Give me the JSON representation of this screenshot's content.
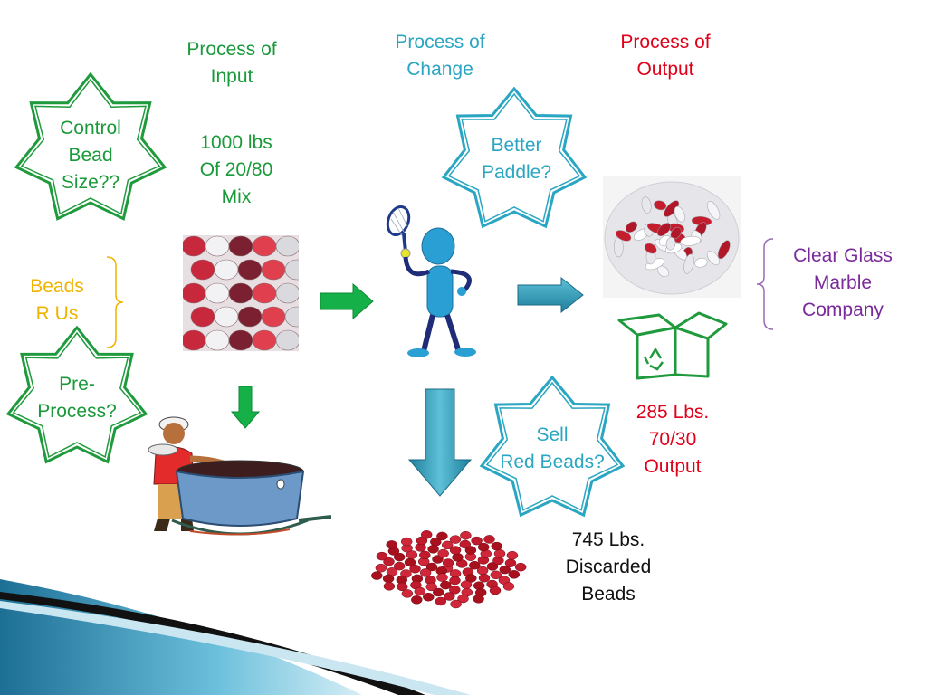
{
  "headers": {
    "input": [
      "Process of",
      "Input"
    ],
    "change": [
      "Process of",
      "Change"
    ],
    "output": [
      "Process of",
      "Output"
    ]
  },
  "stars": {
    "control": [
      "Control",
      "Bead",
      "Size??"
    ],
    "paddle": [
      "Better",
      "Paddle?"
    ],
    "preprocess": [
      "Pre-",
      "Process?"
    ],
    "sell": [
      "Sell",
      "Red Beads?"
    ]
  },
  "input_amount": [
    "1000 lbs",
    "Of 20/80",
    "Mix"
  ],
  "supplier": [
    "Beads",
    "R Us"
  ],
  "customer": [
    "Clear Glass",
    "Marble",
    "Company"
  ],
  "output_amount": [
    "285 Lbs.",
    "70/30",
    "Output"
  ],
  "discard_amount": [
    "745 Lbs.",
    "Discarded",
    "Beads"
  ],
  "colors": {
    "input": "#1a9a3a",
    "change": "#2aa6c2",
    "output": "#e0001a",
    "supplier": "#f0b400",
    "customer": "#7a2a9a"
  },
  "icons": [
    "recycle-box-icon",
    "stick-figure-with-racket-icon",
    "man-with-pot-icon"
  ]
}
